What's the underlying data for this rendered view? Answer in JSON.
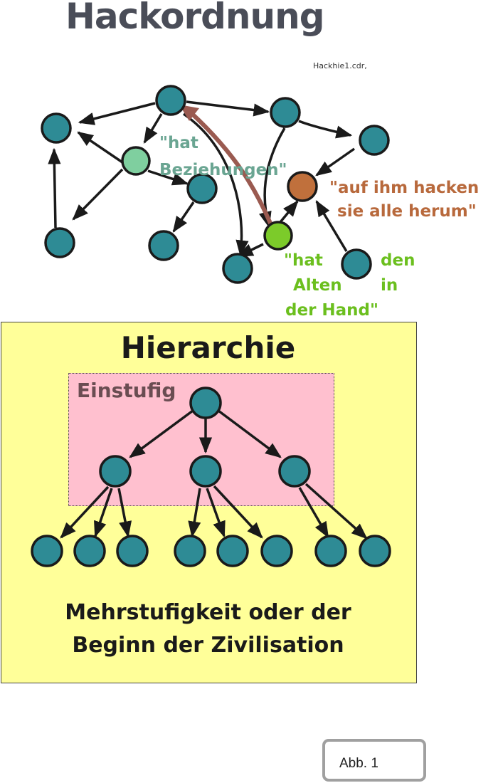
{
  "title": "Hackordnung",
  "filename": "Hackhie1.cdr,",
  "labels": {
    "relations": [
      "\"hat",
      "Beziehungen\""
    ],
    "hacked": [
      "\"auf ihm hacken",
      "sie alle herum\""
    ],
    "old": [
      "\"hat",
      "den",
      "Alten",
      "in",
      "der Hand\""
    ]
  },
  "hierarchy": {
    "title": "Hierarchie",
    "single_level": "Einstufig",
    "caption": [
      "Mehrstufigkeit oder der",
      "Beginn der Zivilisation"
    ]
  },
  "figure_label": "Abb. 1",
  "colors": {
    "node": "#2e8b95",
    "node_relations": "#7fcf9f",
    "node_hacked": "#c0703c",
    "node_old": "#7ccb2a",
    "arrow": "#1a1a1a",
    "arrow_old": "#9a5a50",
    "hierarchy_bg": "#ffff99",
    "single_level_bg": "#ffc0cf"
  }
}
